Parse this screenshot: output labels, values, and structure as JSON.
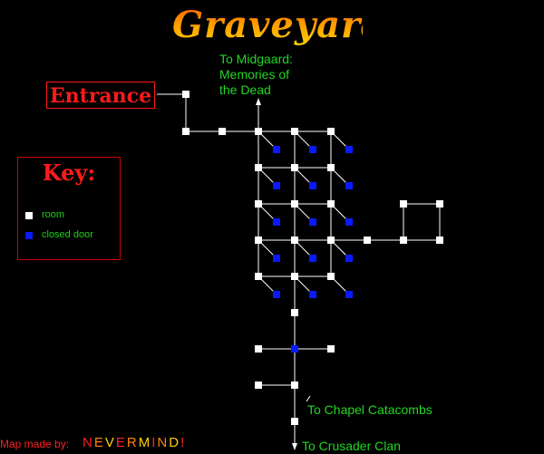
{
  "title": "Graveyard",
  "entrance_label": "Entrance",
  "key": {
    "title": "Key:",
    "items": [
      {
        "label": "room",
        "color": "#ffffff"
      },
      {
        "label": "closed door",
        "color": "#0a1aff"
      }
    ]
  },
  "destinations": {
    "midgaard_line1": "To Midgaard:",
    "midgaard_line2": "Memories of",
    "midgaard_line3": "the Dead",
    "chapel": "To Chapel Catacombs",
    "crusader": "To Crusader Clan"
  },
  "credit": {
    "prefix": "Map made by:",
    "name": "NEVERMIND!",
    "name_colors": [
      "#ff2020",
      "#ff8000",
      "#ffd000",
      "#ff2020",
      "#ff8000",
      "#ffd000",
      "#ff2020",
      "#ff8000",
      "#ffd000",
      "#ff2020"
    ]
  },
  "colors": {
    "background": "#000000",
    "room": "#ffffff",
    "closed_door": "#0a1aff",
    "path_line": "#ffffff",
    "label_green": "#22d622",
    "accent_red": "#ff1a1a"
  }
}
